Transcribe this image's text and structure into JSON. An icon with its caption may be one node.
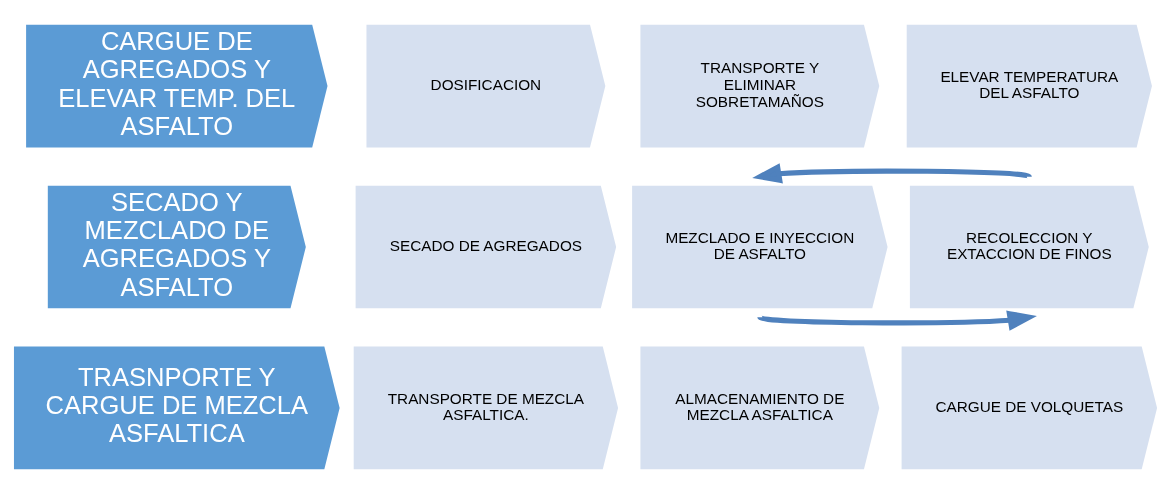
{
  "diagram": {
    "nodes": [
      {
        "text": [
          "CARGUE DE AGREGADOS Y ELEVAR TEMP. DEL ASFALTO"
        ]
      },
      {
        "text": [
          "DOSIFICACION"
        ]
      },
      {
        "text": [
          "TRANSPORTE Y ELIMINAR SOBRETAMAÑOS"
        ]
      },
      {
        "text": [
          "ELEVAR TEMPERATURA DEL ASFALTO"
        ]
      },
      {
        "text": [
          "SECADO Y MEZCLADO DE AGREGADOS Y ASFALTO"
        ]
      },
      {
        "text": [
          "SECADO DE AGREGADOS"
        ]
      },
      {
        "text": [
          "MEZCLADO E INYECCION DE ASFALTO"
        ]
      },
      {
        "text": [
          "RECOLECCION Y EXTACCION DE FINOS"
        ]
      },
      {
        "text": [
          "TRASNPORTE Y CARGUE DE MEZCLA ASFALTICA"
        ]
      },
      {
        "text": [
          "TRANSPORTE DE MEZCLA ASFALTICA."
        ]
      },
      {
        "text": [
          "ALMACENAMIENTO DE MEZCLA ASFALTICA"
        ]
      },
      {
        "text": [
          "CARGUE DE VOLQUETAS"
        ]
      }
    ],
    "edges": [
      {
        "from": 7,
        "to": 6,
        "arrow": "to"
      },
      {
        "from": 6,
        "to": 7,
        "arrow": "to"
      }
    ]
  }
}
